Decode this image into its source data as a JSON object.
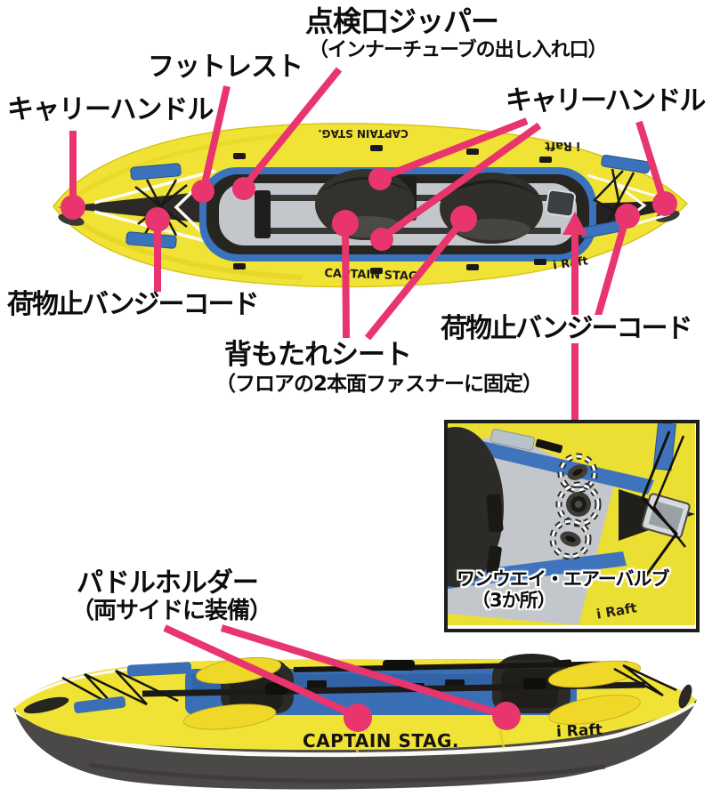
{
  "annotations": {
    "inspection_zipper": {
      "title": "点検口ジッパー",
      "subtitle": "（インナーチューブの出し入れ口）"
    },
    "footrest": {
      "label": "フットレスト"
    },
    "carry_handle_left": {
      "label": "キャリーハンドル"
    },
    "carry_handle_right": {
      "label": "キャリーハンドル"
    },
    "bungee_cord_left": {
      "label": "荷物止バンジーコード"
    },
    "bungee_cord_right": {
      "label": "荷物止バンジーコード"
    },
    "backrest_seat": {
      "title": "背もたれシート",
      "subtitle": "（フロアの2本面ファスナーに固定）"
    },
    "paddle_holder": {
      "title": "パドルホルダー",
      "subtitle": "（両サイドに装備）"
    },
    "air_valve": {
      "line1": "ワンウエイ・エアーバルブ",
      "line2": "（3か所）"
    }
  },
  "branding": {
    "captain_stag": "CAPTAIN STAG.",
    "captain_stag_plain": "CAPTAIN STAG",
    "iraft": "i Raft"
  },
  "colors": {
    "accent_pink": "#e8356e",
    "kayak_yellow": "#f1e335",
    "kayak_blue": "#3a72bb",
    "hull_dark": "#4b4947",
    "floor_gray": "#c3c6ca",
    "seat_black": "#2e2d29",
    "text_black": "#111111"
  }
}
